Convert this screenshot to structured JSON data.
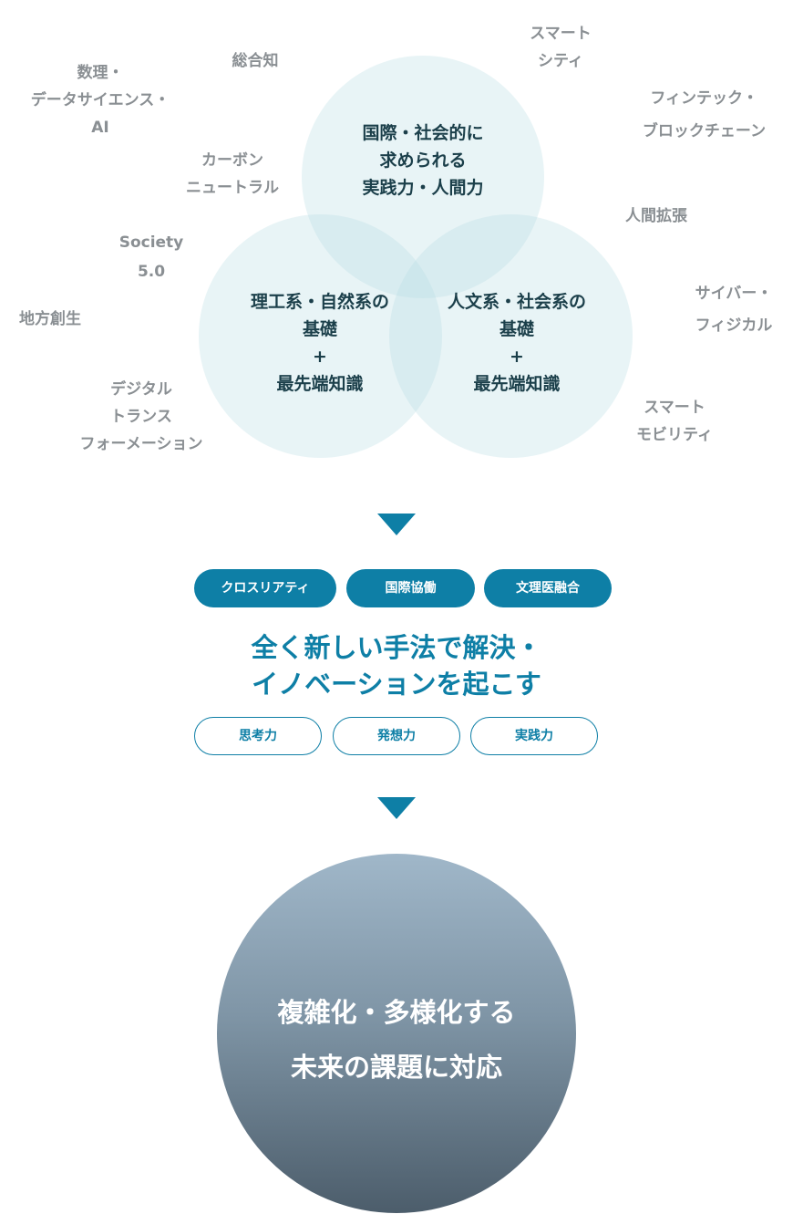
{
  "venn": {
    "top": [
      "国際・社会的に",
      "求められる",
      "実践力・人間力"
    ],
    "left": [
      "理工系・自然系の",
      "基礎",
      "+",
      "最先端知識"
    ],
    "right": [
      "人文系・社会系の",
      "基礎",
      "+",
      "最先端知識"
    ]
  },
  "keywords": {
    "sougouchi": [
      "総合知"
    ],
    "suuri_ai": [
      "数理・",
      "データサイエンス・",
      "AI"
    ],
    "carbon": [
      "カーボン",
      "ニュートラル"
    ],
    "society": [
      "Society",
      "5.0"
    ],
    "chihou": [
      "地方創生"
    ],
    "digital": [
      "デジタル",
      "トランス",
      "フォーメーション"
    ],
    "smart_city": [
      "スマート",
      "シティ"
    ],
    "fintech": [
      "フィンテック・",
      "ブロックチェーン"
    ],
    "ningen_kakuchou": [
      "人間拡張"
    ],
    "cyber": [
      "サイバー・",
      "フィジカル"
    ],
    "smart_mobility": [
      "スマート",
      "モビリティ"
    ]
  },
  "approach_tags": [
    "クロスリアティ",
    "国際協働",
    "文理医融合"
  ],
  "headline": [
    "全く新しい手法で解決・",
    "イノベーションを起こす"
  ],
  "skills": [
    "思考力",
    "発想力",
    "実践力"
  ],
  "goal": [
    "複雑化・多様化する",
    "未来の課題に対応"
  ],
  "colors": {
    "accent": "#0e7fa6",
    "venn_fill": "#b8dce4",
    "keyword_text": "#8a8f93",
    "venn_text": "#1b3f4a",
    "goal_gradient_top": "#a0b7c9",
    "goal_gradient_bottom": "#4c5d6b"
  }
}
